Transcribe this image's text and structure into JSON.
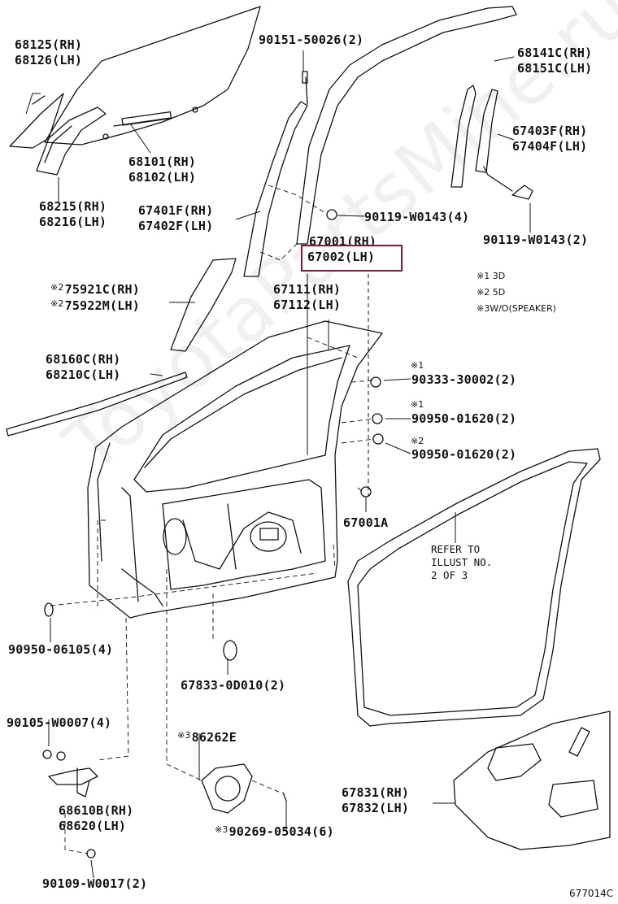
{
  "diagram_code": "677014C",
  "watermark": "ToyotaPartsMine.ru",
  "refer_note": [
    "REFER TO",
    "ILLUST NO.",
    "2 OF 3"
  ],
  "legend": [
    {
      "mark": "※1",
      "text": "3D"
    },
    {
      "mark": "※2",
      "text": "5D"
    },
    {
      "mark": "※3",
      "text": "W/O(SPEAKER)"
    }
  ],
  "labels": {
    "p68125": "68125(RH)",
    "p68126": "68126(LH)",
    "p90151": "90151-50026(2)",
    "p68141c": "68141C(RH)",
    "p68151c": "68151C(LH)",
    "p68101": "68101(RH)",
    "p68102": "68102(LH)",
    "p67403f": "67403F(RH)",
    "p67404f": "67404F(LH)",
    "p68215": "68215(RH)",
    "p68216": "68216(LH)",
    "p67401f": "67401F(RH)",
    "p67402f": "67402F(LH)",
    "p90119a": "90119-W0143(4)",
    "p90119b": "90119-W0143(2)",
    "p67001": "67001(RH)",
    "p67002": "67002(LH)",
    "p75921c_mark": "※2",
    "p75921c": "75921C(RH)",
    "p75922m_mark": "※2",
    "p75922m": "75922M(LH)",
    "p67111": "67111(RH)",
    "p67112": "67112(LH)",
    "p68160c": "68160C(RH)",
    "p68210c": "68210C(LH)",
    "p90333_mark": "※1",
    "p90333": "90333-30002(2)",
    "p90950a_mark": "※1",
    "p90950a": "90950-01620(2)",
    "p90950b_mark": "※2",
    "p90950b": "90950-01620(2)",
    "p67001a": "67001A",
    "p90950c": "90950-06105(4)",
    "p67833": "67833-0D010(2)",
    "p90105": "90105-W0007(4)",
    "p86262e_mark": "※3",
    "p86262e": "86262E",
    "p68610b": "68610B(RH)",
    "p68620": "68620(LH)",
    "p67831": "67831(RH)",
    "p67832": "67832(LH)",
    "p90269_mark": "※3",
    "p90269": "90269-05034(6)",
    "p90109": "90109-W0017(2)"
  },
  "highlight_color": "#8a1538"
}
